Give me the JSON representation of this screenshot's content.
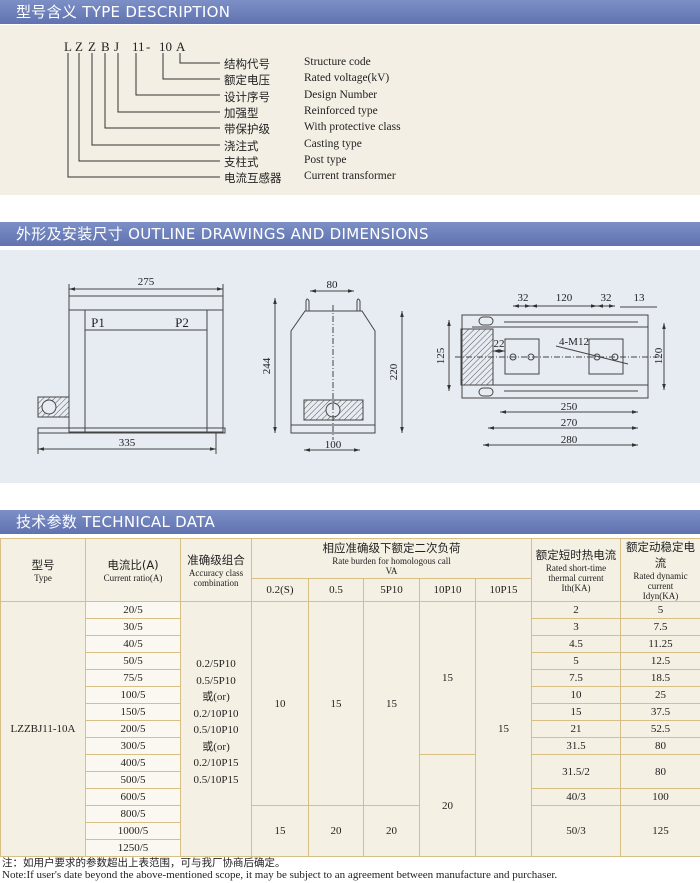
{
  "sections": {
    "type_desc": "型号含义 TYPE DESCRIPTION",
    "outline": "外形及安装尺寸 OUTLINE DRAWINGS AND DIMENSIONS",
    "tech": "技术参数 TECHNICAL DATA"
  },
  "type_code": [
    "L",
    "Z",
    "Z",
    "B",
    "J",
    "11",
    "-",
    "10",
    "A"
  ],
  "type_items": [
    {
      "zh": "结构代号",
      "en": "Structure code"
    },
    {
      "zh": "额定电压",
      "en": "Rated voltage(kV)"
    },
    {
      "zh": "设计序号",
      "en": "Design Number"
    },
    {
      "zh": "加强型",
      "en": "Reinforced type"
    },
    {
      "zh": "带保护级",
      "en": "With protective class"
    },
    {
      "zh": "浇注式",
      "en": "Casting type"
    },
    {
      "zh": "支柱式",
      "en": "Post type"
    },
    {
      "zh": "电流互感器",
      "en": "Current transformer"
    }
  ],
  "drawings": {
    "front": {
      "width_top": "275",
      "width_base": "335",
      "p1": "P1",
      "p2": "P2"
    },
    "side": {
      "top": "80",
      "height_total": "244",
      "height_body": "220",
      "base": "100"
    },
    "plan": {
      "d32a": "32",
      "d120": "120",
      "d32b": "32",
      "d13": "13",
      "d125": "125",
      "d120v": "120",
      "d22": "22",
      "bolts": "4-M12",
      "d250": "250",
      "d270": "270",
      "d280": "280"
    }
  },
  "table": {
    "headers": {
      "type_zh": "型号",
      "type_en": "Type",
      "ratio_zh": "电流比(A)",
      "ratio_en": "Current ratio(A)",
      "acc_zh": "准确级组合",
      "acc_en": "Accuracy class combination",
      "burden_zh": "相应准确级下额定二次负荷",
      "burden_en": "Rate burden for homologous call",
      "burden_unit": "VA",
      "ith_zh": "额定短时热电流",
      "ith_en": "Rated short-time thermal current",
      "ith_unit": "Ith(KA)",
      "idyn_zh": "额定动稳定电流",
      "idyn_en": "Rated dynamic current",
      "idyn_unit": "Idyn(KA)",
      "classes": [
        "0.2(S)",
        "0.5",
        "5P10",
        "10P10",
        "10P15"
      ]
    },
    "type": "LZZBJ11-10A",
    "ratios": [
      "20/5",
      "30/5",
      "40/5",
      "50/5",
      "75/5",
      "100/5",
      "150/5",
      "200/5",
      "300/5",
      "400/5",
      "500/5",
      "600/5",
      "800/5",
      "1000/5",
      "1250/5"
    ],
    "accuracy": [
      "0.2/5P10",
      "0.5/5P10",
      "或(or)",
      "0.2/10P10",
      "0.5/10P10",
      "或(or)",
      "0.2/10P15",
      "0.5/10P15"
    ],
    "burdens": [
      [
        {
          "v": "10",
          "rows": 12
        },
        {
          "v": "15",
          "rows": 3
        }
      ],
      [
        {
          "v": "15",
          "rows": 12
        },
        {
          "v": "20",
          "rows": 3
        }
      ],
      [
        {
          "v": "15",
          "rows": 12
        },
        {
          "v": "20",
          "rows": 3
        }
      ],
      [
        {
          "v": "15",
          "rows": 9
        },
        {
          "v": "20",
          "rows": 6
        }
      ],
      [
        {
          "v": "15",
          "rows": 15
        }
      ]
    ],
    "ith": [
      {
        "v": "2",
        "rows": 1
      },
      {
        "v": "3",
        "rows": 1
      },
      {
        "v": "4.5",
        "rows": 1
      },
      {
        "v": "5",
        "rows": 1
      },
      {
        "v": "7.5",
        "rows": 1
      },
      {
        "v": "10",
        "rows": 1
      },
      {
        "v": "15",
        "rows": 1
      },
      {
        "v": "21",
        "rows": 1
      },
      {
        "v": "31.5",
        "rows": 1
      },
      {
        "v": "31.5/2",
        "rows": 2
      },
      {
        "v": "40/3",
        "rows": 1
      },
      {
        "v": "50/3",
        "rows": 3
      }
    ],
    "idyn": [
      {
        "v": "5",
        "rows": 1
      },
      {
        "v": "7.5",
        "rows": 1
      },
      {
        "v": "11.25",
        "rows": 1
      },
      {
        "v": "12.5",
        "rows": 1
      },
      {
        "v": "18.5",
        "rows": 1
      },
      {
        "v": "25",
        "rows": 1
      },
      {
        "v": "37.5",
        "rows": 1
      },
      {
        "v": "52.5",
        "rows": 1
      },
      {
        "v": "80",
        "rows": 1
      },
      {
        "v": "80",
        "rows": 2
      },
      {
        "v": "100",
        "rows": 1
      },
      {
        "v": "125",
        "rows": 3
      }
    ]
  },
  "notes": {
    "zh": "注：如用户要求的参数超出上表范围，可与我厂协商后确定。",
    "en": "Note:If user's date beyond the above-mentioned scope, it may be subject to an agreement between manufacture and purchaser."
  }
}
